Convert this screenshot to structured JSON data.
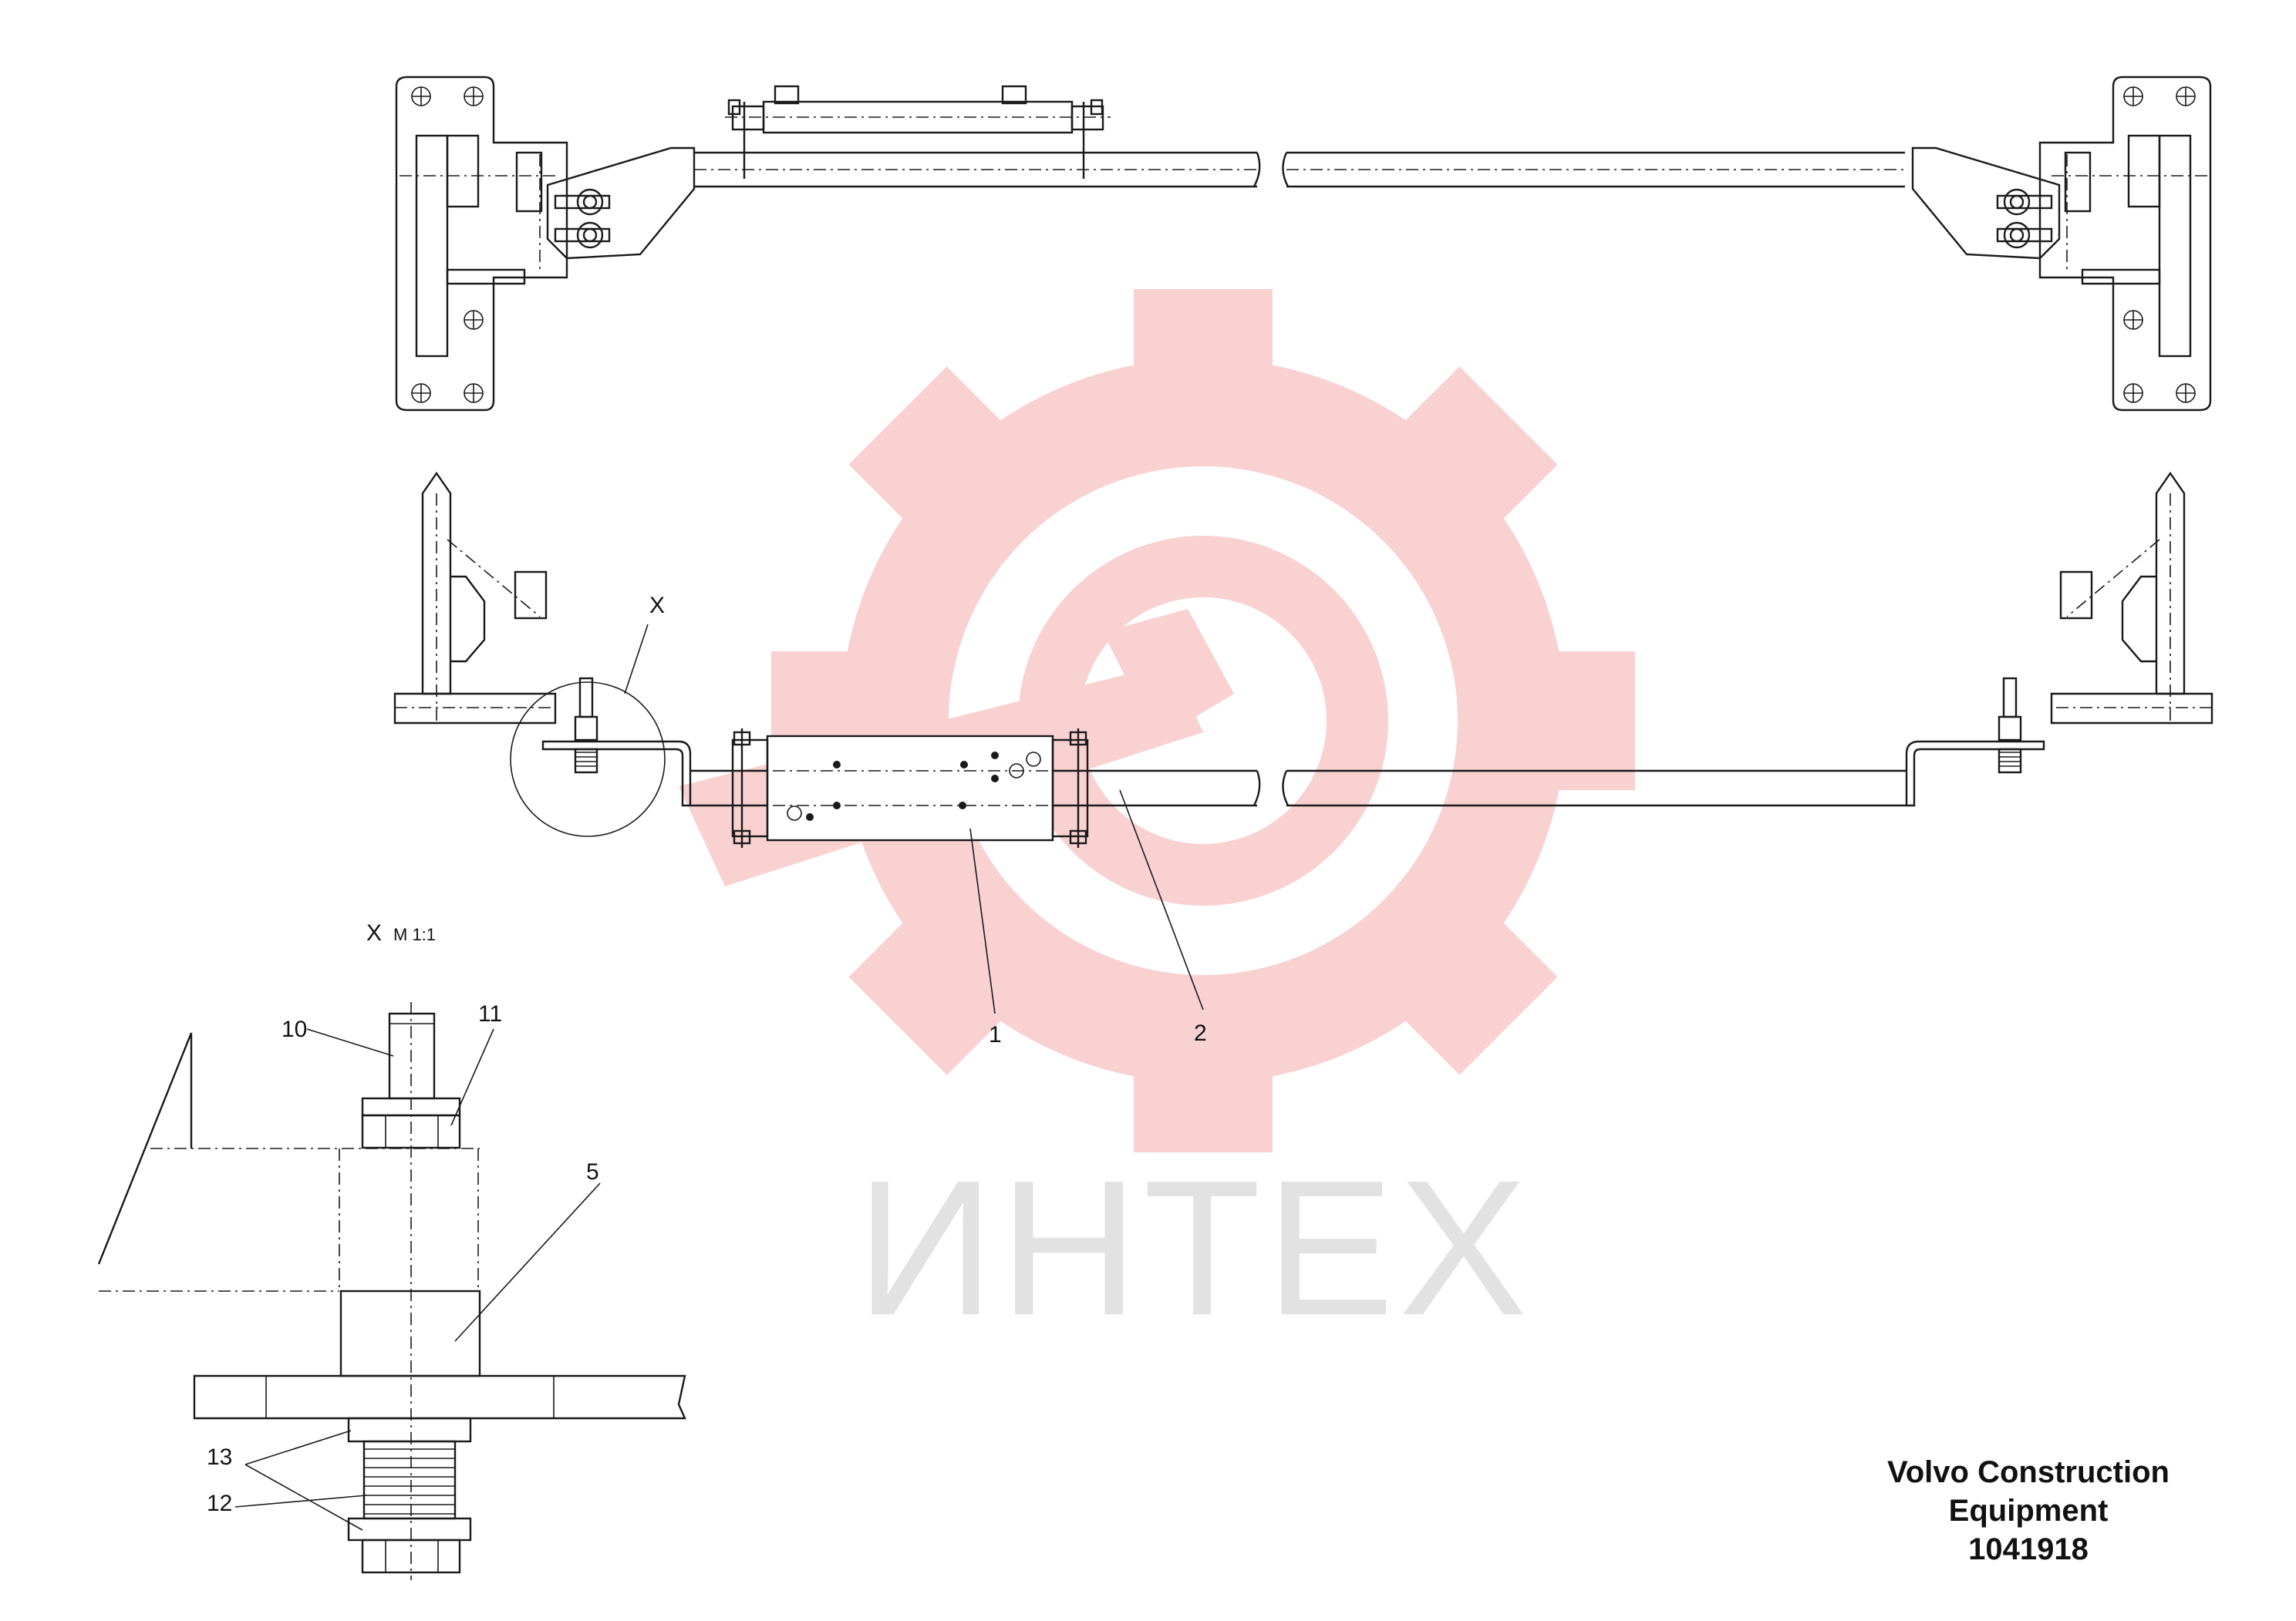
{
  "watermark": {
    "text": "ИНТЕХ",
    "logo": "gear-wrench-logo",
    "colors": {
      "logo": "#f9c9c9",
      "text": "#e2e2e2"
    }
  },
  "detail_view": {
    "marker": "X",
    "title": "X",
    "scale": "M 1:1"
  },
  "callouts": {
    "item_1": "1",
    "item_2": "2",
    "item_5": "5",
    "item_10": "10",
    "item_11": "11",
    "item_12": "12",
    "item_13": "13"
  },
  "title_block": {
    "company_line1": "Volvo Construction",
    "company_line2": "Equipment",
    "part_number": "1041918"
  },
  "colors": {
    "line": "#1a1a1a",
    "background": "#ffffff"
  }
}
